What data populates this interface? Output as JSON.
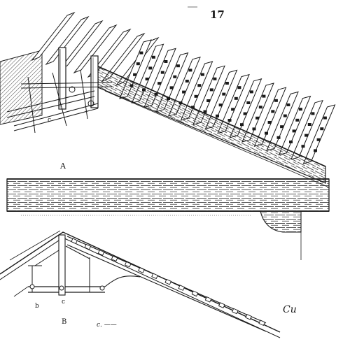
{
  "plate": {
    "page_number": "17",
    "label_A": "A",
    "label_B": "B",
    "label_b": "b",
    "label_c_upper": "c",
    "label_c_lower": "c",
    "scale_note": "c. ——",
    "corner_mark": "Cu"
  },
  "colors": {
    "ink": "#1a1a1a",
    "paper": "#ffffff"
  }
}
